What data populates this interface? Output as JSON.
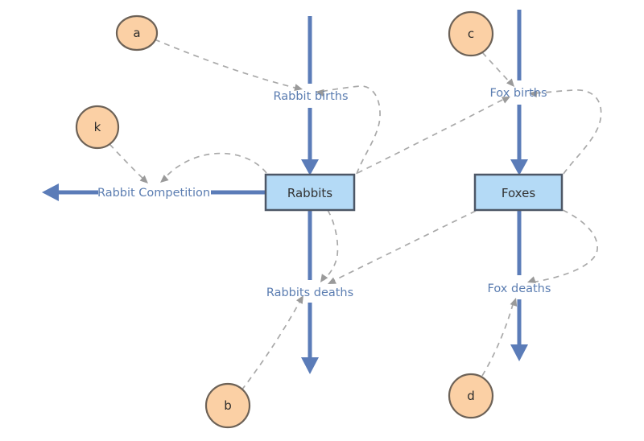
{
  "diagram": {
    "type": "stock-and-flow",
    "model": "predator-prey",
    "stocks": {
      "rabbits": {
        "label": "Rabbits"
      },
      "foxes": {
        "label": "Foxes"
      }
    },
    "flows": {
      "rabbit_births": {
        "label": "Rabbit births"
      },
      "rabbit_competition": {
        "label": "Rabbit Competition"
      },
      "rabbits_deaths": {
        "label": "Rabbits deaths"
      },
      "fox_births": {
        "label": "Fox births"
      },
      "fox_deaths": {
        "label": "Fox deaths"
      }
    },
    "parameters": {
      "a": {
        "label": "a"
      },
      "k": {
        "label": "k"
      },
      "c": {
        "label": "c"
      },
      "b": {
        "label": "b"
      },
      "d": {
        "label": "d"
      }
    },
    "links": [
      {
        "from": "a",
        "to": "rabbit_births"
      },
      {
        "from": "rabbits",
        "to": "rabbit_births"
      },
      {
        "from": "k",
        "to": "rabbit_competition"
      },
      {
        "from": "rabbits",
        "to": "rabbit_competition"
      },
      {
        "from": "rabbits",
        "to": "fox_births"
      },
      {
        "from": "c",
        "to": "fox_births"
      },
      {
        "from": "foxes",
        "to": "fox_births"
      },
      {
        "from": "rabbits",
        "to": "rabbits_deaths"
      },
      {
        "from": "foxes",
        "to": "rabbits_deaths"
      },
      {
        "from": "b",
        "to": "rabbits_deaths"
      },
      {
        "from": "foxes",
        "to": "fox_deaths"
      },
      {
        "from": "d",
        "to": "fox_deaths"
      }
    ],
    "colors": {
      "flow_line": "#5b7cb8",
      "flow_label": "#5b7db1",
      "stock_fill": "#b4daf6",
      "stock_border": "#4d5766",
      "param_fill": "#fbd0a5",
      "param_border": "#6d6257",
      "link": "#a9a9a9",
      "background": "#ffffff"
    }
  }
}
